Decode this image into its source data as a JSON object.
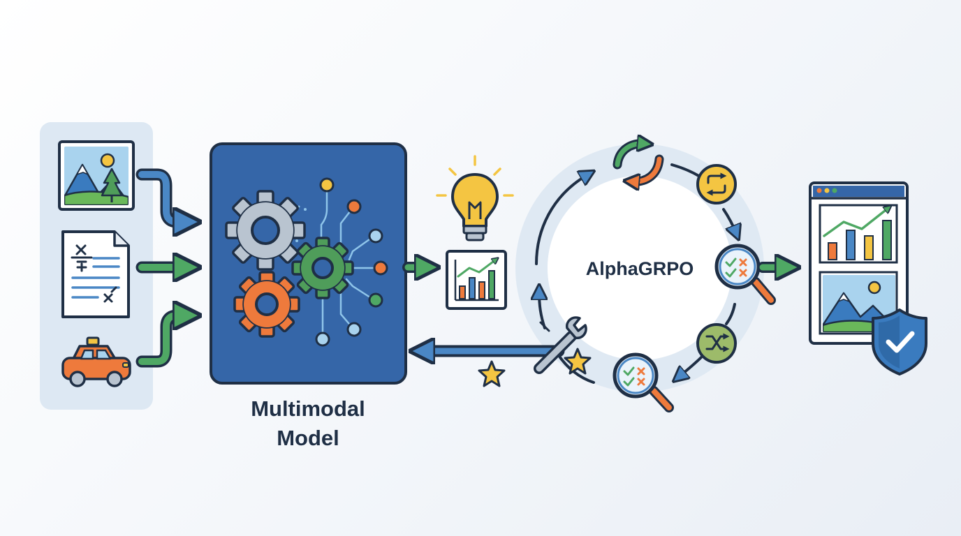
{
  "model": {
    "label_line1": "Multimodal",
    "label_line2": "Model"
  },
  "loop": {
    "label": "AlphaGRPO"
  },
  "colors": {
    "navy": "#1f2f45",
    "model_blue": "#3566a8",
    "arrow_blue": "#4a87c5",
    "arrow_green": "#4fa864",
    "accent_orange": "#ee7a3c",
    "accent_yellow": "#f4c542",
    "input_panel": "#dde8f3",
    "ring": "#dfe9f3",
    "gear_gray": "#b9c4d0",
    "gear_green": "#4f9d5a"
  },
  "icons": {
    "inputs": [
      "landscape-image-icon",
      "math-document-icon",
      "car-icon"
    ],
    "model": [
      "gear-icon",
      "gear-icon",
      "gear-icon",
      "network-icon"
    ],
    "loop": [
      "refresh-icon",
      "repeat-icon",
      "magnifier-check-icon",
      "shuffle-icon",
      "wrench-icon",
      "star-icon"
    ],
    "output": [
      "browser-window-icon",
      "shield-check-icon"
    ]
  }
}
